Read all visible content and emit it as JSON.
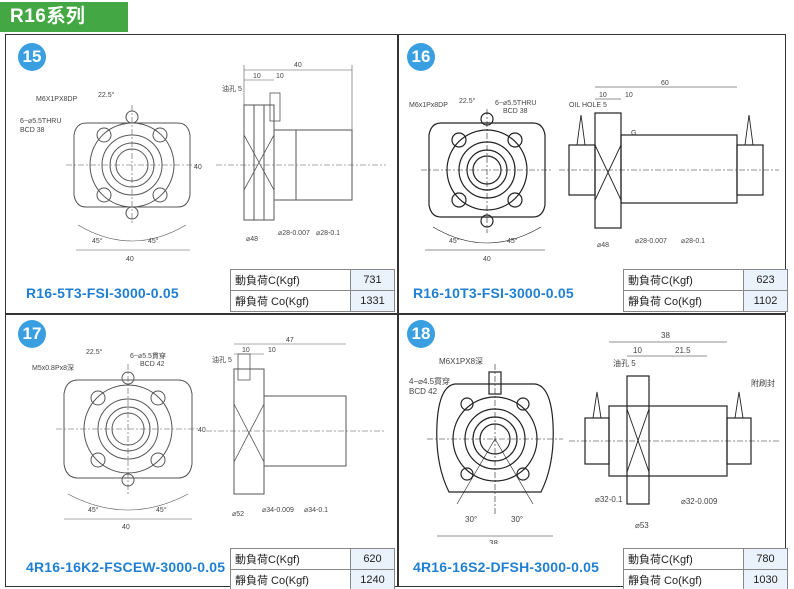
{
  "page_title": "R16系列",
  "panels": [
    {
      "number": "15",
      "model": "R16-5T3-FSI-3000-0.05",
      "dynamic_label": "動負荷C(Kgf)",
      "dynamic_value": "731",
      "static_label": "靜負荷 Co(Kgf)",
      "static_value": "1331",
      "notes": [
        "M6X1PX8DP",
        "6−⌀5.5THRU",
        "BCD 38",
        "22.5°",
        "45°",
        "45°",
        "40",
        "40",
        "10",
        "10",
        "油孔 5",
        "⌀48",
        "⌀28-0.007/-0.020",
        "⌀28-0.1/-0.3"
      ]
    },
    {
      "number": "16",
      "model": "R16-10T3-FSI-3000-0.05",
      "dynamic_label": "動負荷C(Kgf)",
      "dynamic_value": "623",
      "static_label": "靜負荷 Co(Kgf)",
      "static_value": "1102",
      "notes": [
        "M6x1Px8DP",
        "6−⌀5.5THRU",
        "BCD 38",
        "22.5°",
        "45°",
        "45°",
        "40",
        "60",
        "10",
        "10",
        "OIL HOLE 5",
        "G",
        "⌀48",
        "⌀28-0.007/-0.020",
        "⌀28-0.1/-0.3"
      ]
    },
    {
      "number": "17",
      "model": "4R16-16K2-FSCEW-3000-0.05",
      "dynamic_label": "動負荷C(Kgf)",
      "dynamic_value": "620",
      "static_label": "靜負荷 Co(Kgf)",
      "static_value": "1240",
      "notes": [
        "M5x0.8Px8深",
        "6−⌀5.5貫穿",
        "BCD 42",
        "22.5°",
        "45°",
        "45°",
        "40",
        "47",
        "10",
        "10",
        "油孔 5",
        "⌀52",
        "⌀34-0.009/-0.025",
        "⌀34-0.1/-0.3"
      ]
    },
    {
      "number": "18",
      "model": "4R16-16S2-DFSH-3000-0.05",
      "dynamic_label": "動負荷C(Kgf)",
      "dynamic_value": "780",
      "static_label": "靜負荷 Co(Kgf)",
      "static_value": "1030",
      "notes": [
        "M6X1PX8深",
        "4−⌀4.5貫穿",
        "BCD 42",
        "30°",
        "30°",
        "38",
        "38",
        "10",
        "21.5",
        "油孔 5",
        "附刷封",
        "⌀53",
        "⌀32-0.1/-0.3",
        "⌀32-0.009/-0.025"
      ]
    }
  ]
}
